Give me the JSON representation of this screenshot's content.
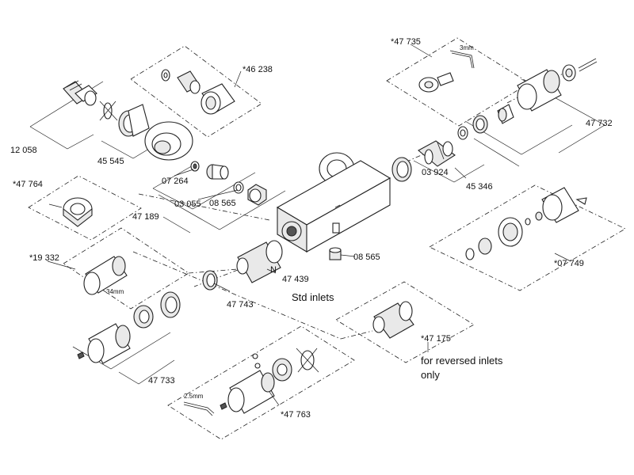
{
  "diagram": {
    "part_labels": {
      "p47735": "*47 735",
      "p46238": "*46 238",
      "p12058": "12 058",
      "p45545": "45 545",
      "p47764": "*47 764",
      "p07264": "07 264",
      "p03055": "03 055",
      "p08565a": "08 565",
      "p47189": "47 189",
      "p08565b": "08 565",
      "p03924": "03 924",
      "p45346": "45 346",
      "p47732": "47 732",
      "p07749": "*07 749",
      "p19332": "*19 332",
      "p47439": "47 439",
      "p47743": "47 743",
      "p47175": "*47 175",
      "p47733": "47 733",
      "p47763": "*47 763"
    },
    "annotations": {
      "std_inlets": "Std inlets",
      "reversed_line1": "for reversed inlets",
      "reversed_line2": "only",
      "n_marker": "N",
      "dim_3mm": "3mm",
      "dim_34mm": "34mm",
      "dim_25mm": "2.5mm"
    }
  }
}
